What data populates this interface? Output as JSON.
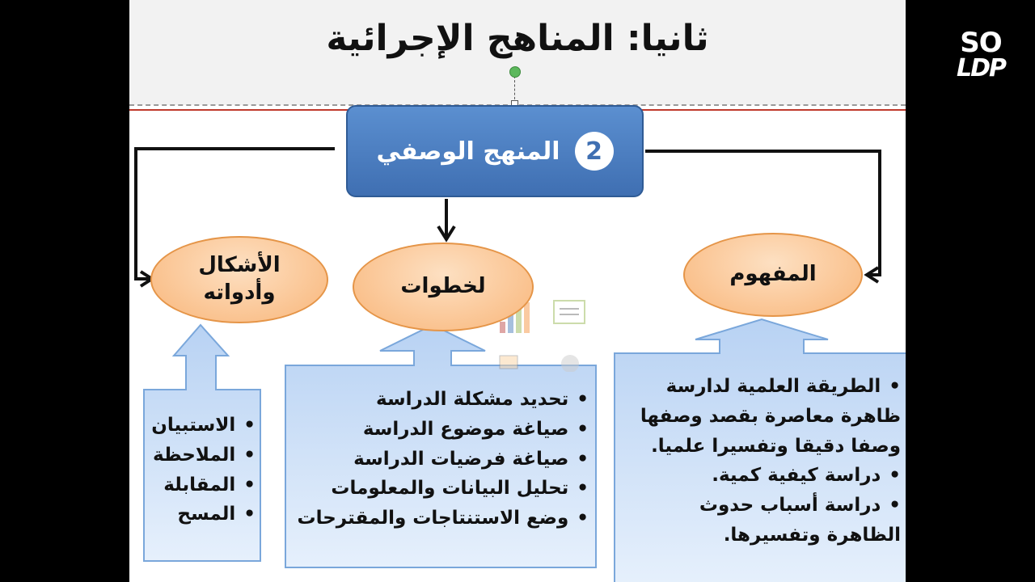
{
  "slide": {
    "title": "ثانيا: المناهج الإجرائية",
    "main_node": {
      "number": "2",
      "label": "المنهج الوصفي"
    },
    "nodes": {
      "concept": {
        "label": "المفهوم"
      },
      "steps": {
        "label": "لخطوات"
      },
      "forms": {
        "label": "الأشكال وأدواته"
      }
    },
    "concept_items": [
      "الطريقة العلمية لدارسة ظاهرة معاصرة بقصد وصفها وصفا دقيقا وتفسيرا علميا.",
      "دراسة كيفية كمية.",
      "دراسة أسباب حدوث الظاهرة وتفسيرها."
    ],
    "steps_items": [
      "تحديد مشكلة الدراسة",
      "صياغة موضوع الدراسة",
      "صياغة فرضيات الدراسة",
      "تحليل البيانات والمعلومات",
      "وضع الاستنتاجات والمقترحات"
    ],
    "forms_items": [
      "الاستبيان",
      "الملاحظة",
      "المقابلة",
      "المسح"
    ]
  },
  "logo": {
    "line1": "SO",
    "line2": "LDP"
  },
  "colors": {
    "main_box": "#4a7fc3",
    "oval_fill": "#f9b67a",
    "callout_fill": "#c6dcf5",
    "title_band": "#f2f2f2"
  }
}
